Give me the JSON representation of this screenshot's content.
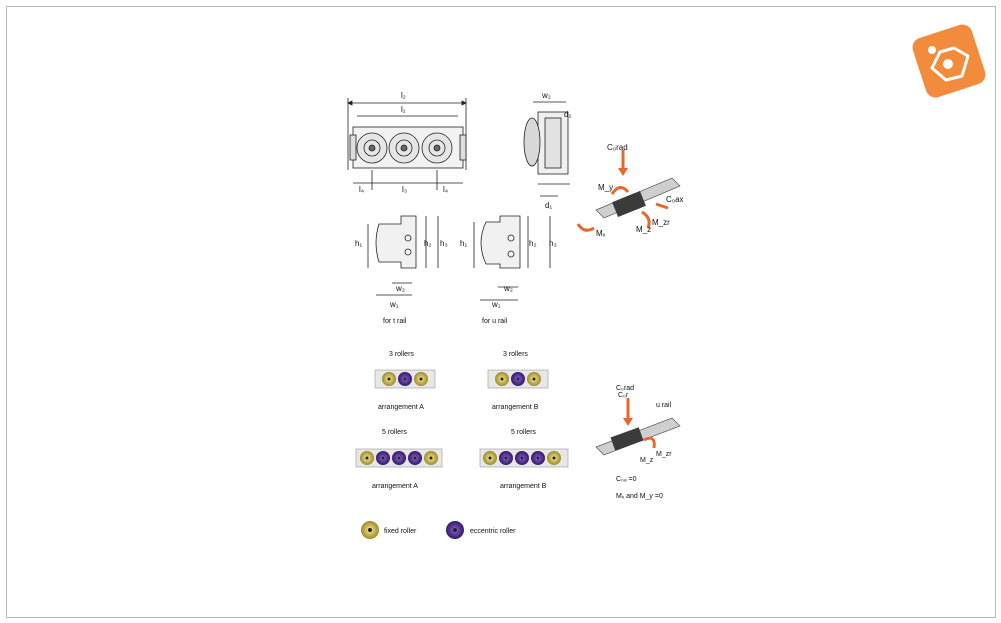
{
  "dims": {
    "l2": "l₂",
    "l1": "l₁",
    "l3": "l₃",
    "l4": "l₄",
    "w2": "w₂",
    "w1": "w₁",
    "d1": "d₁",
    "d2": "d₂",
    "h1": "h₁",
    "h2": "h₂",
    "h3": "h₃"
  },
  "captions": {
    "t_rail": "for t rail",
    "u_rail": "for u rail"
  },
  "forces": {
    "c0rad": "C₀rad",
    "c0ax": "C₀ax",
    "mx": "Mₓ",
    "my": "M_y",
    "mz": "M_z",
    "mzr": "M_zr",
    "c0a_eq": "C₀ₐ =0",
    "mx_my_eq": "Mₓ and M_y =0",
    "u_rail": "u rail",
    "c0r": "C₀r"
  },
  "arrangements": {
    "three_rollers": "3 rollers",
    "five_rollers": "5 rollers",
    "arr_a": "arrangement A",
    "arr_b": "arrangement B"
  },
  "legend": {
    "fixed": "fixed roller",
    "eccentric": "eccentric roller"
  },
  "colors": {
    "fixed_roller": "#b9a73c",
    "eccentric_roller": "#4b2a8a",
    "arrow": "#e8672a",
    "logo_bg": "#f28c3c"
  }
}
